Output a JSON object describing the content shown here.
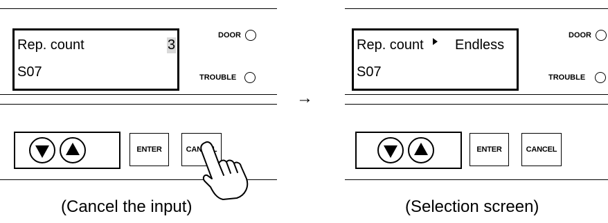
{
  "panels": {
    "left": {
      "lcd_line1": "Rep. count",
      "lcd_value": "3",
      "lcd_line2": "S07",
      "door_label": "DOOR",
      "trouble_label": "TROUBLE",
      "enter_label": "ENTER",
      "cancel_label": "CANCEL",
      "caption": "(Cancel the input)"
    },
    "right": {
      "lcd_line1": "Rep. count",
      "lcd_value": "Endless",
      "lcd_line2": "S07",
      "door_label": "DOOR",
      "trouble_label": "TROUBLE",
      "enter_label": "ENTER",
      "cancel_label": "CANCEL",
      "caption": "(Selection screen)"
    }
  },
  "transition_arrow": "→",
  "colors": {
    "value_highlight": "#d9d9d9",
    "line": "#000000",
    "background": "#ffffff"
  },
  "icons": [
    "down-arrow-icon",
    "up-arrow-icon",
    "selection-cursor-icon",
    "pointing-hand-icon",
    "led-indicator-icon"
  ]
}
